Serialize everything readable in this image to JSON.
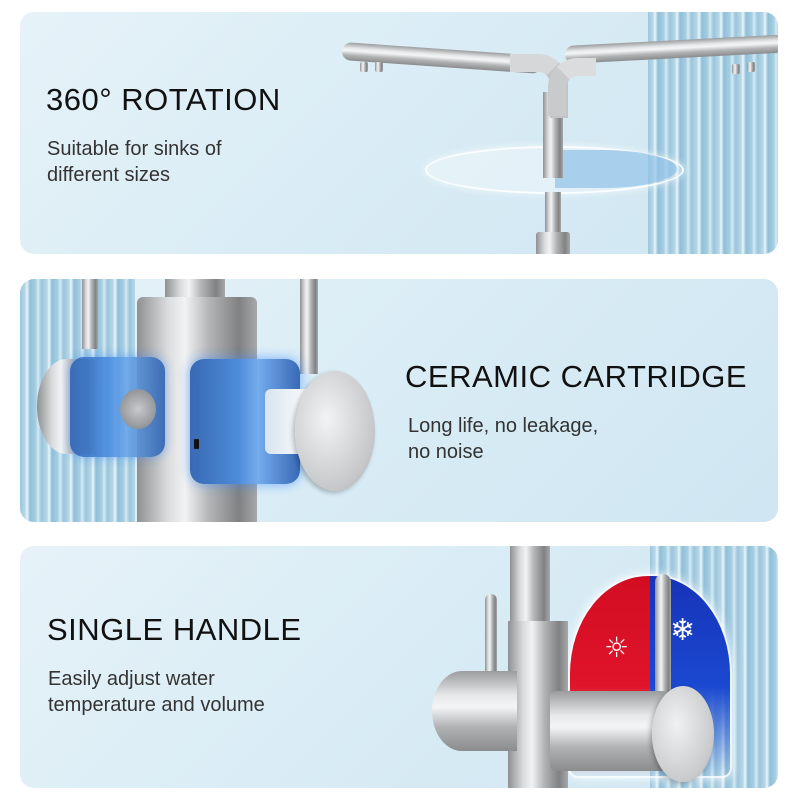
{
  "features": [
    {
      "title": "360° ROTATION",
      "description": "Suitable for sinks of\ndifferent sizes",
      "image": "dual-spout-faucet-rotation-disc"
    },
    {
      "title": "CERAMIC CARTRIDGE",
      "description": "Long life, no leakage,\nno noise",
      "image": "faucet-cartridge-cutaway"
    },
    {
      "title": "SINGLE HANDLE",
      "description": "Easily adjust water\ntemperature and volume",
      "image": "faucet-handle-hot-cold",
      "icons": {
        "hot": "sun-icon",
        "cold": "snowflake-icon"
      }
    }
  ],
  "colors": {
    "panel_bg": "#d9ecf5",
    "hot": "#e0142a",
    "cold": "#1a3fc4",
    "cartridge": "#3d7fd6",
    "title_text": "#111111",
    "desc_text": "#333333"
  }
}
